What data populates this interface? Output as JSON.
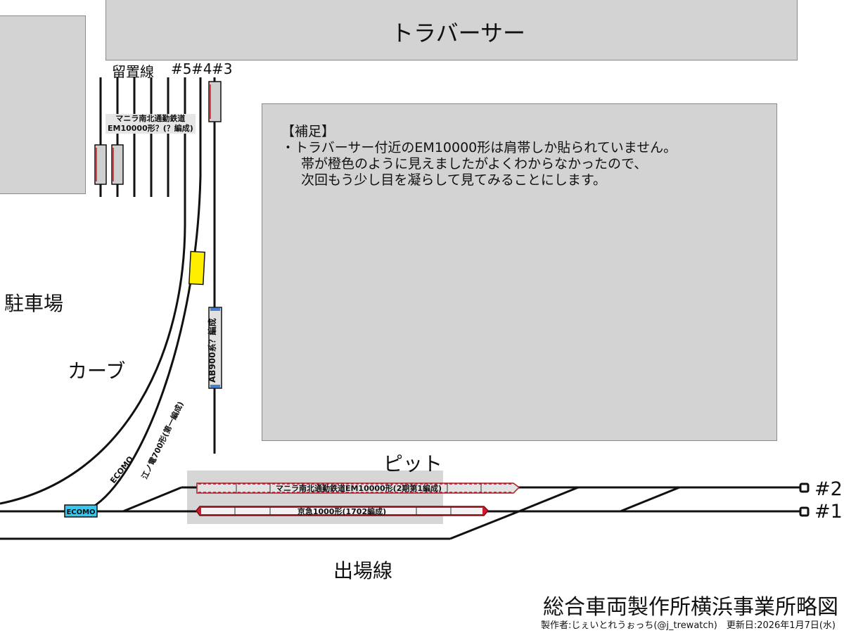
{
  "areas": {
    "traverser": "トラバーサー",
    "parking": "駐車場",
    "curve": "カーブ",
    "pit": "ピット",
    "exit_line": "出場線"
  },
  "tracks": {
    "siding_label": "留置線",
    "t5": "#5",
    "t4": "#4",
    "t3": "#3",
    "t2": "#2",
    "t1": "#1"
  },
  "note": {
    "heading": "【補足】",
    "line1": "・トラバーサー付近のEM10000形は肩帯しか貼られていません。",
    "line2": "帯が橙色のように見えましたがよくわからなかったので、",
    "line3": "次回もう少し目を凝らして見てみることにします。"
  },
  "trains": {
    "manila_siding_line1": "マニラ南北通勤鉄道",
    "manila_siding_line2": "EM10000形？(？編成)",
    "ab900": "AB900系？編成",
    "enoden": "江ノ電700形(第一編成)",
    "ecomo_diag": "ECOMO",
    "ecomo_box": "ECOMO",
    "manila_pit": "マニラ南北通勤鉄道EM10000形(2期第1編成)",
    "keikyu": "京急1000形(1702編成)"
  },
  "footer": {
    "title": "総合車両製作所横浜事業所略図",
    "credit": "製作者:じぇいとれうぉっち(@j_trewatch)　更新日:2026年1月7日(水)"
  },
  "colors": {
    "block_fill": "#d3d3d3",
    "yellow_car": "#ffee00",
    "ecomo_fill": "#35c7f0",
    "red_band": "#c8102e"
  }
}
